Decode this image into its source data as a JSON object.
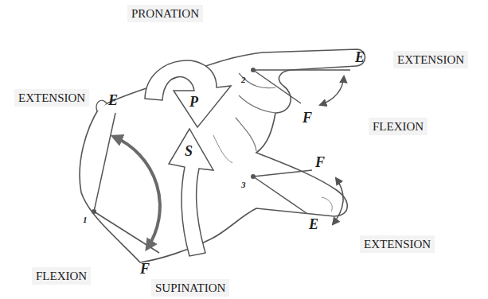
{
  "diagram": {
    "labels": [
      "PRONATION",
      "EXTENSION",
      "E",
      "P",
      "S",
      "1",
      "F",
      "FLEXION",
      "SUPINATION",
      "2",
      "E",
      "EXTENSION",
      "F",
      "FLEXION",
      "3",
      "F",
      "E",
      "EXTENSION"
    ]
  }
}
